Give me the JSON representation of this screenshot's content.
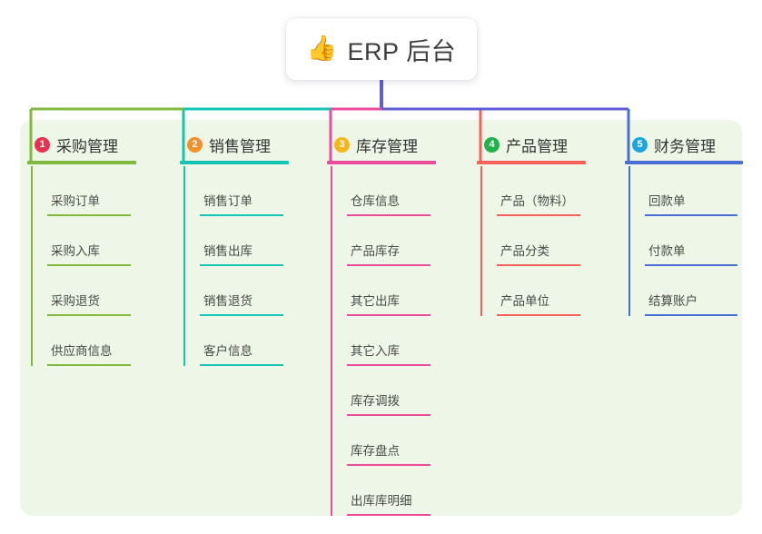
{
  "root": {
    "icon": "thumbs-up-icon",
    "icon_glyph": "👍",
    "title": "ERP 后台"
  },
  "theme": {
    "panel_bg": "#EEF7E7",
    "page_bg": "#FFFFFF",
    "root_stem": "#5B5FD0",
    "text": "#3C3C3C"
  },
  "branches": [
    {
      "index": "1",
      "title": "采购管理",
      "badge_color": "#E8304F",
      "line_color": "#7FBA3E",
      "leaves": [
        "采购订单",
        "采购入库",
        "采购退货",
        "供应商信息"
      ]
    },
    {
      "index": "2",
      "title": "销售管理",
      "badge_color": "#F2902B",
      "line_color": "#17C3B2",
      "leaves": [
        "销售订单",
        "销售出库",
        "销售退货",
        "客户信息"
      ]
    },
    {
      "index": "3",
      "title": "库存管理",
      "badge_color": "#F5B61A",
      "line_color": "#EA4C9B",
      "leaves": [
        "仓库信息",
        "产品库存",
        "其它出库",
        "其它入库",
        "库存调拨",
        "库存盘点",
        "出库库明细"
      ]
    },
    {
      "index": "4",
      "title": "产品管理",
      "badge_color": "#22B14C",
      "line_color": "#F8615A",
      "leaves": [
        "产品（物料）",
        "产品分类",
        "产品单位"
      ]
    },
    {
      "index": "5",
      "title": "财务管理",
      "badge_color": "#1CA5DE",
      "line_color": "#4A6FD4",
      "leaves": [
        "回款单",
        "付款单",
        "结算账户"
      ]
    }
  ]
}
